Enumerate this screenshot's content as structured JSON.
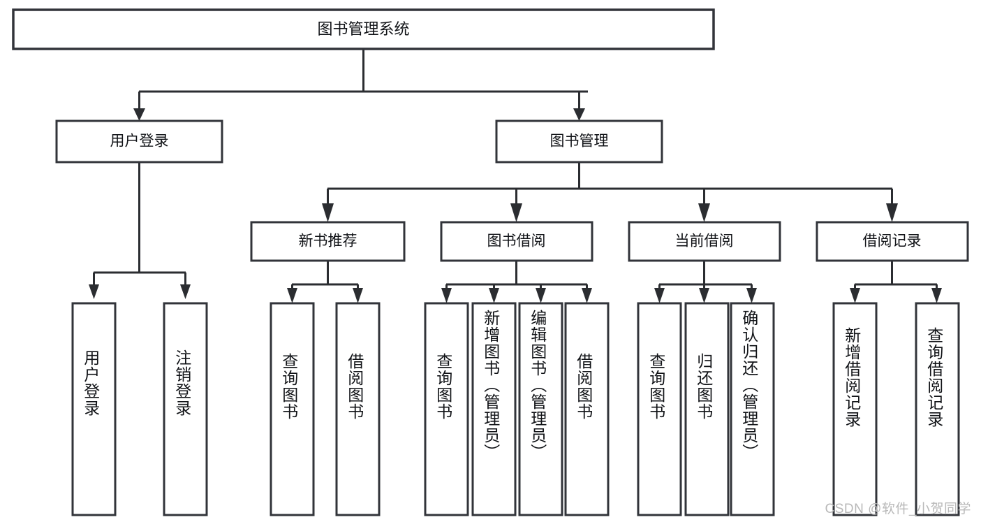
{
  "diagram": {
    "type": "tree-hierarchy-functional-decomposition",
    "root": {
      "id": "root",
      "label": "图书管理系统"
    },
    "level2": [
      {
        "id": "user-login",
        "label": "用户登录"
      },
      {
        "id": "book-management",
        "label": "图书管理"
      }
    ],
    "level3": [
      {
        "id": "new-book-recommend",
        "label": "新书推荐",
        "parent": "book-management"
      },
      {
        "id": "book-borrow",
        "label": "图书借阅",
        "parent": "book-management"
      },
      {
        "id": "current-borrow",
        "label": "当前借阅",
        "parent": "book-management"
      },
      {
        "id": "borrow-record",
        "label": "借阅记录",
        "parent": "book-management"
      }
    ],
    "leaves": {
      "user-login": [
        {
          "id": "leaf-user-login",
          "label": "用户登录"
        },
        {
          "id": "leaf-logout-login",
          "label": "注销登录"
        }
      ],
      "new-book-recommend": [
        {
          "id": "leaf-query-book-1",
          "label": "查询图书"
        },
        {
          "id": "leaf-borrow-book-1",
          "label": "借阅图书"
        }
      ],
      "book-borrow": [
        {
          "id": "leaf-query-book-2",
          "label": "查询图书"
        },
        {
          "id": "leaf-add-book",
          "label": "新增图书（管理员）"
        },
        {
          "id": "leaf-edit-book",
          "label": "编辑图书（管理员）"
        },
        {
          "id": "leaf-borrow-book-2",
          "label": "借阅图书"
        }
      ],
      "current-borrow": [
        {
          "id": "leaf-query-book-3",
          "label": "查询图书"
        },
        {
          "id": "leaf-return-book",
          "label": "归还图书"
        },
        {
          "id": "leaf-confirm-return",
          "label": "确认归还（管理员）"
        }
      ],
      "borrow-record": [
        {
          "id": "leaf-add-record",
          "label": "新增借阅记录"
        },
        {
          "id": "leaf-query-record",
          "label": "查询借阅记录"
        }
      ]
    },
    "colors": {
      "box_stroke": "#32343a",
      "box_fill": "#ffffff",
      "connector": "#2b2d31",
      "text": "#111317",
      "watermark": "#b9b9b9",
      "background": "#ffffff"
    }
  },
  "watermark": {
    "text": "CSDN @软件_小贺同学"
  }
}
